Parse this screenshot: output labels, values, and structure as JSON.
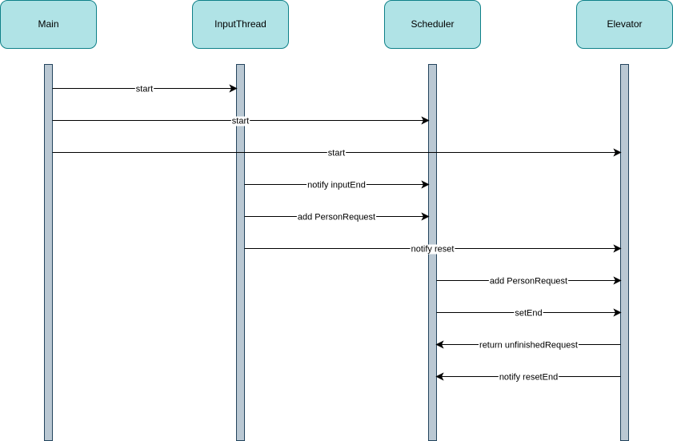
{
  "actors": [
    {
      "id": "main",
      "name": "Main"
    },
    {
      "id": "input",
      "name": "InputThread"
    },
    {
      "id": "sched",
      "name": "Scheduler"
    },
    {
      "id": "elev",
      "name": "Elevator"
    }
  ],
  "messages": [
    {
      "from": "main",
      "to": "input",
      "label": "start"
    },
    {
      "from": "main",
      "to": "sched",
      "label": "start"
    },
    {
      "from": "main",
      "to": "elev",
      "label": "start"
    },
    {
      "from": "input",
      "to": "sched",
      "label": "notify inputEnd"
    },
    {
      "from": "input",
      "to": "sched",
      "label": "add PersonRequest"
    },
    {
      "from": "input",
      "to": "elev",
      "label": "notify reset"
    },
    {
      "from": "sched",
      "to": "elev",
      "label": "add PersonRequest"
    },
    {
      "from": "sched",
      "to": "elev",
      "label": "setEnd"
    },
    {
      "from": "elev",
      "to": "sched",
      "label": "return unfinishedRequest"
    },
    {
      "from": "elev",
      "to": "sched",
      "label": "notify resetEnd"
    }
  ],
  "colors": {
    "actor_fill": "#b0e3e6",
    "actor_stroke": "#0e8088",
    "lifeline_fill": "#bac8d3",
    "lifeline_stroke": "#23445d"
  }
}
